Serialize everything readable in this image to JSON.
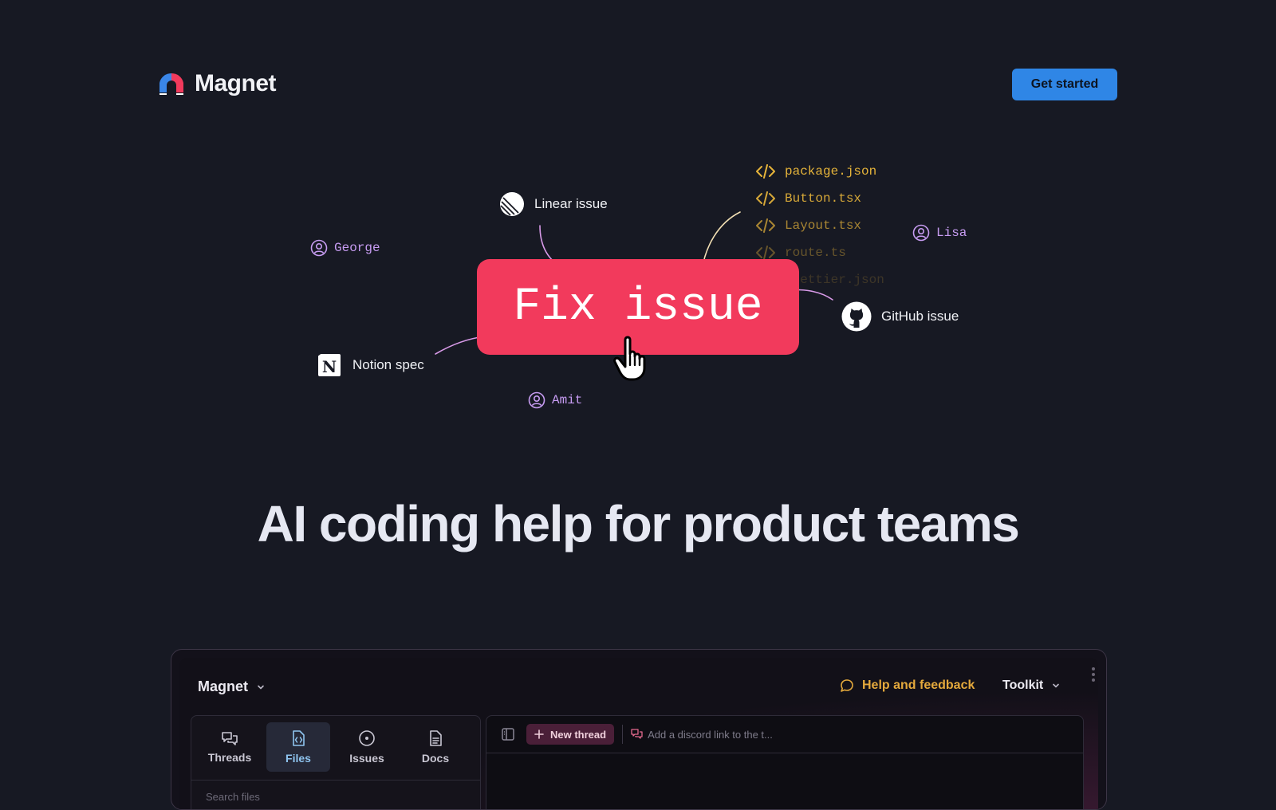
{
  "brand": {
    "name": "Magnet"
  },
  "header": {
    "cta_label": "Get started"
  },
  "hero": {
    "action_label": "Fix issue",
    "people": [
      "George",
      "Lisa",
      "Amit"
    ],
    "sources": {
      "linear": "Linear issue",
      "github": "GitHub issue",
      "notion": "Notion spec"
    },
    "files": [
      "package.json",
      "Button.tsx",
      "Layout.tsx",
      "route.ts",
      "prettier.json"
    ],
    "headline": "AI coding help for product teams"
  },
  "app": {
    "workspace": "Magnet",
    "help_label": "Help and feedback",
    "toolkit_label": "Toolkit",
    "tabs": [
      {
        "label": "Threads",
        "icon": "chat-bubbles-icon"
      },
      {
        "label": "Files",
        "icon": "file-code-icon",
        "active": true
      },
      {
        "label": "Issues",
        "icon": "circle-dot-icon"
      },
      {
        "label": "Docs",
        "icon": "document-icon"
      }
    ],
    "search_placeholder": "Search files",
    "new_thread_label": "New thread",
    "discord_placeholder": "Add a discord link to the t..."
  },
  "colors": {
    "accent_red": "#f23a5c",
    "accent_blue": "#2f86e6",
    "person": "#c79cf2",
    "file": "#e6b43a",
    "bg": "#171923"
  }
}
